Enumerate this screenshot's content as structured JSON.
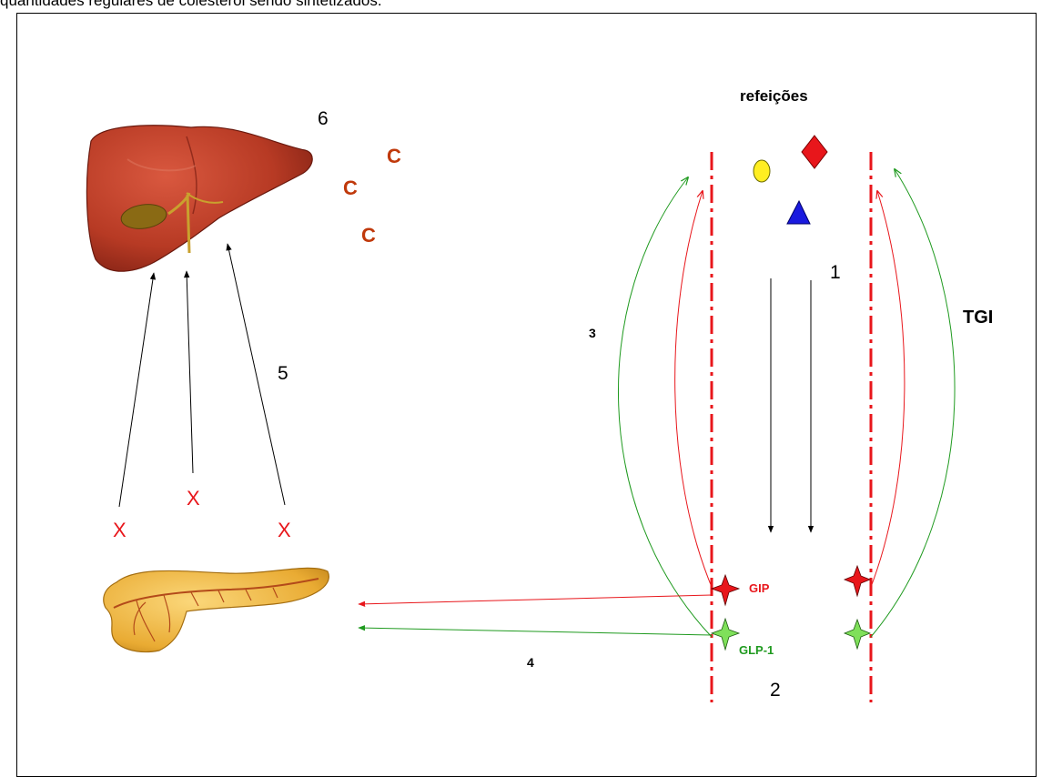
{
  "caption": "quantidades regulares de colesterol sendo sintetizados.",
  "labels": {
    "meals": "refeições",
    "gi_tract": "TGI",
    "gip": "GIP",
    "glp1": "GLP-1",
    "step1": "1",
    "step2": "2",
    "step3": "3",
    "step4": "4",
    "step5": "5",
    "step6": "6",
    "x_marks": [
      "X",
      "X",
      "X"
    ],
    "c_marks": [
      "C",
      "C",
      "C"
    ]
  },
  "colors": {
    "red": "#e8161b",
    "green": "#1f9a1f",
    "glp1_star": "#7fe05a",
    "c_letter": "#c0390b",
    "yellow": "#ffee22",
    "blue": "#1a1adf"
  },
  "icons": [
    "liver-illustration",
    "pancreas-illustration",
    "oval-food-icon",
    "diamond-food-icon",
    "triangle-food-icon",
    "gip-star-icon",
    "glp1-star-icon"
  ]
}
